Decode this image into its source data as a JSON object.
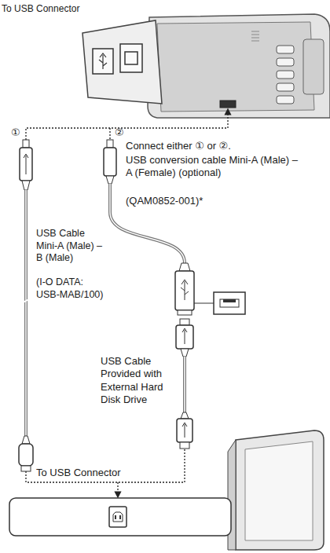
{
  "diagram": {
    "labels": [
      "To USB Connector",
      "①",
      "②",
      "Connect either ① or ②.",
      "USB conversion cable Mini-A (Male) – A (Female) (optional)",
      "(QAM0852-001)*",
      "USB Cable Mini-A (Male) – B (Male)",
      "(I-O DATA: USB-MAB/100)",
      "USB Cable Provided with External Hard Disk Drive",
      "To USB Connector"
    ]
  }
}
